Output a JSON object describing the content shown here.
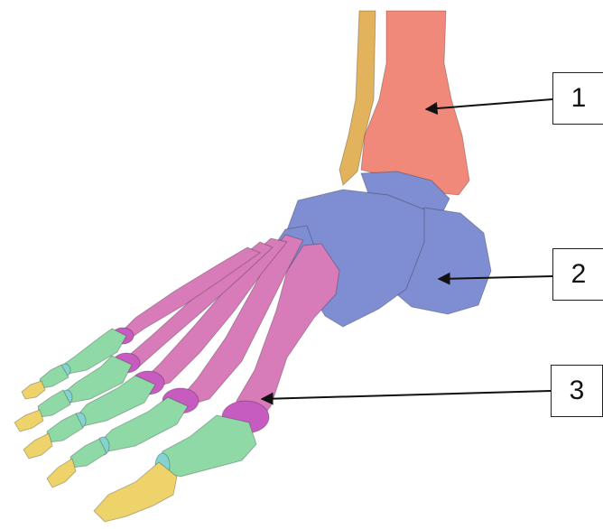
{
  "figure": {
    "labels": [
      {
        "id": "label-1",
        "text": "1",
        "target": "tibia"
      },
      {
        "id": "label-2",
        "text": "2",
        "target": "tarsals"
      },
      {
        "id": "label-3",
        "text": "3",
        "target": "metatarsals"
      }
    ],
    "colors": {
      "tibia": "#f0897a",
      "fibula": "#e2b35c",
      "tarsals": "#7f8ed2",
      "metatarsals": "#d77cb9",
      "metatarsal_heads": "#c65bc0",
      "proximal_phalanges": "#8fd9a6",
      "joint_caps": "#84d3d0",
      "distal_phalanges": "#eed36b",
      "outline": "#222222"
    }
  }
}
